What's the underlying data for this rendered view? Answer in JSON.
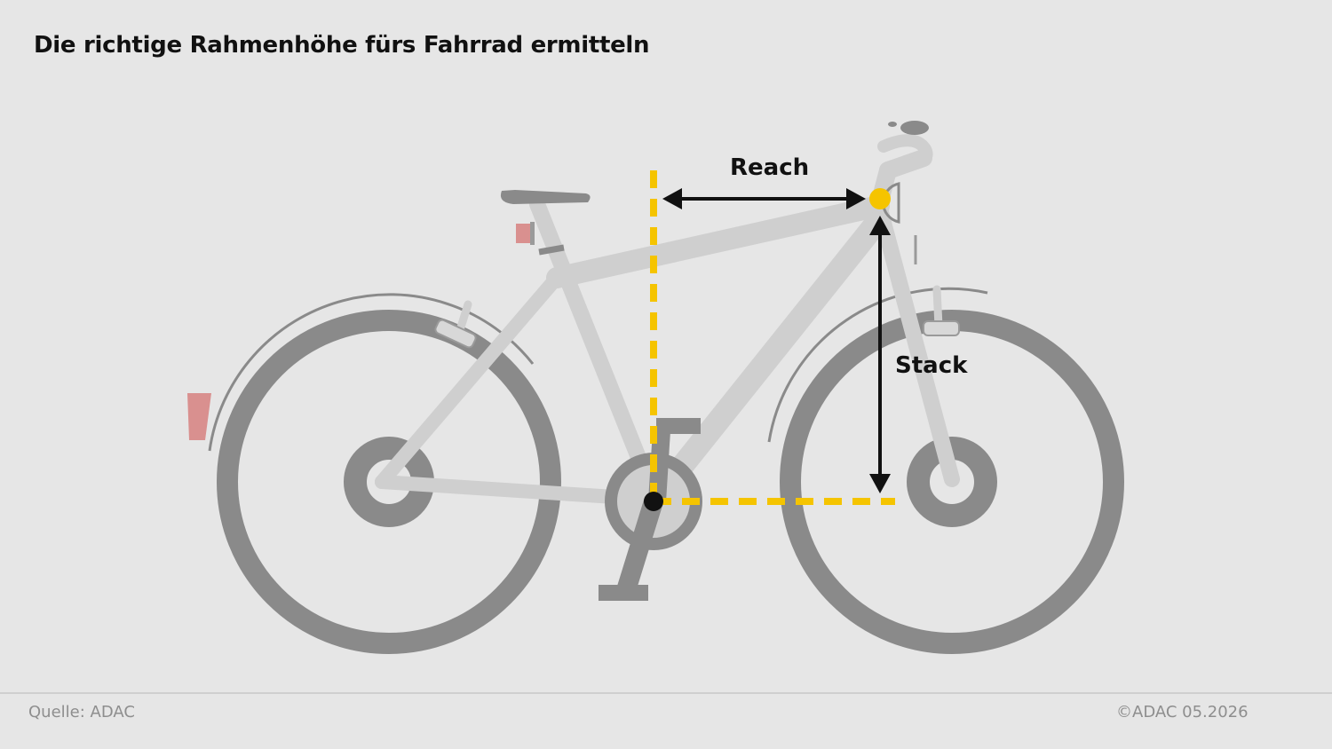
{
  "header": {
    "title": "Die richtige Rahmenhöhe fürs Fahrrad ermitteln"
  },
  "labels": {
    "reach": "Reach",
    "stack": "Stack"
  },
  "footer": {
    "source": "Quelle: ADAC",
    "copyright": "©ADAC  05.2026"
  },
  "colors": {
    "background": "#e6e6e6",
    "frame": "#cfcfcf",
    "wheel": "#8a8a8a",
    "measure_line": "#f5c400",
    "arrow": "#111111",
    "reflector": "#d9908f"
  },
  "icons": [
    "bicycle-diagram",
    "reach-arrow",
    "stack-arrow",
    "bottom-bracket-point",
    "head-tube-point"
  ]
}
